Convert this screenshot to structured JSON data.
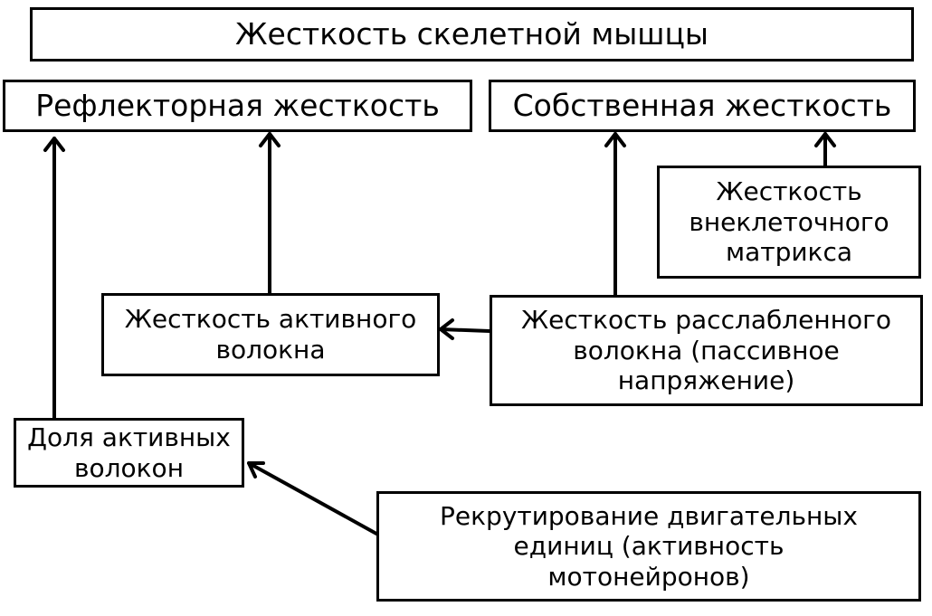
{
  "diagram": {
    "title": "Жесткость скелетной мышцы",
    "reflex": "Рефлекторная жесткость",
    "intrinsic": "Собственная жесткость",
    "ecm": [
      "Жесткость",
      "внеклеточного",
      "матрикса"
    ],
    "active_fiber": [
      "Жесткость активного",
      "волокна"
    ],
    "relaxed_fiber": [
      "Жесткость расслабленного",
      "волокна (пассивное",
      "напряжение)"
    ],
    "active_fraction": [
      "Доля активных",
      "волокон"
    ],
    "recruitment": [
      "Рекрутирование двигательных",
      "единиц (активность",
      "мотонейронов)"
    ]
  }
}
